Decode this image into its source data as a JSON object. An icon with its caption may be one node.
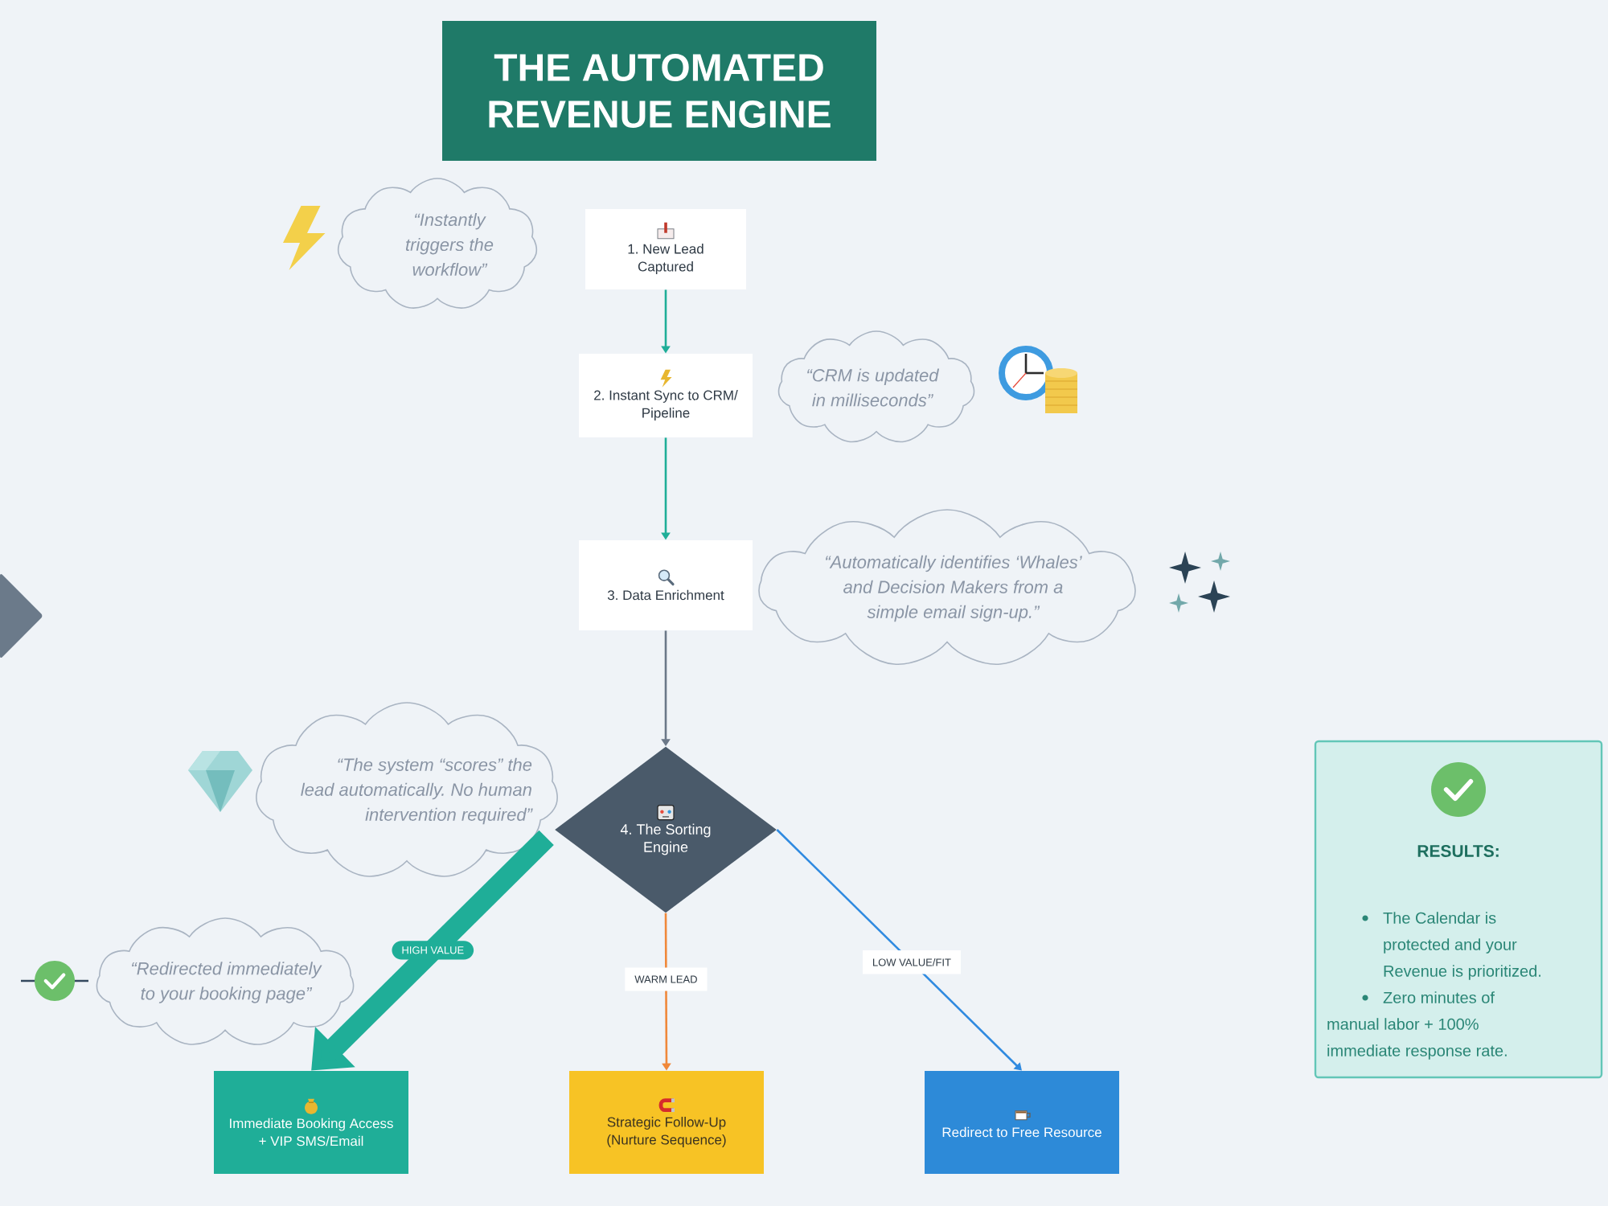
{
  "diagram": {
    "title": "THE AUTOMATED REVENUE ENGINE",
    "nodes": [
      {
        "text": [
          "1. New Lead Captured"
        ]
      },
      {
        "text": [
          "2. Instant Sync to CRM/ Pipeline"
        ]
      },
      {
        "text": [
          "3. Data Enrichment"
        ]
      },
      {
        "text": [
          "4. The Sorting Engine"
        ]
      },
      {
        "text": [
          "Immediate Booking Access + VIP SMS/Email"
        ]
      },
      {
        "text": [
          "Strategic Follow-Up (Nurture Sequence)"
        ]
      },
      {
        "text": [
          "Redirect to Free Resource"
        ]
      },
      {
        "text": [
          "“Instantly triggers the workflow”"
        ]
      },
      {
        "text": [
          "“CRM is updated in milliseconds”"
        ]
      },
      {
        "text": [
          "“Automatically identifies ‘Whales’ and Decision Makers from a simple email sign-up.”"
        ]
      },
      {
        "text": [
          "“The system “scores” the lead automatically. No human intervention required”"
        ]
      },
      {
        "text": [
          "“Redirected immediately to your booking page”"
        ]
      },
      {
        "text": [
          "RESULTS:",
          "The Calendar is protected and your Revenue is prioritized.",
          "Zero minutes of manual labor + 100% immediate response rate."
        ]
      }
    ],
    "edges": [
      {
        "from": 0,
        "to": 1,
        "arrow": "to"
      },
      {
        "from": 1,
        "to": 2,
        "arrow": "to"
      },
      {
        "from": 2,
        "to": 3,
        "arrow": "to",
        "color": "#6b7888"
      },
      {
        "from": 3,
        "to": 4,
        "arrow": "to",
        "label": "HIGH VALUE",
        "style": "thick"
      },
      {
        "from": 3,
        "to": 5,
        "arrow": "to",
        "label": "WARM LEAD",
        "color": "#f0883a"
      },
      {
        "from": 3,
        "to": 6,
        "arrow": "to",
        "label": "LOW VALUE/FIT",
        "color": "#2f8ae0"
      }
    ]
  }
}
